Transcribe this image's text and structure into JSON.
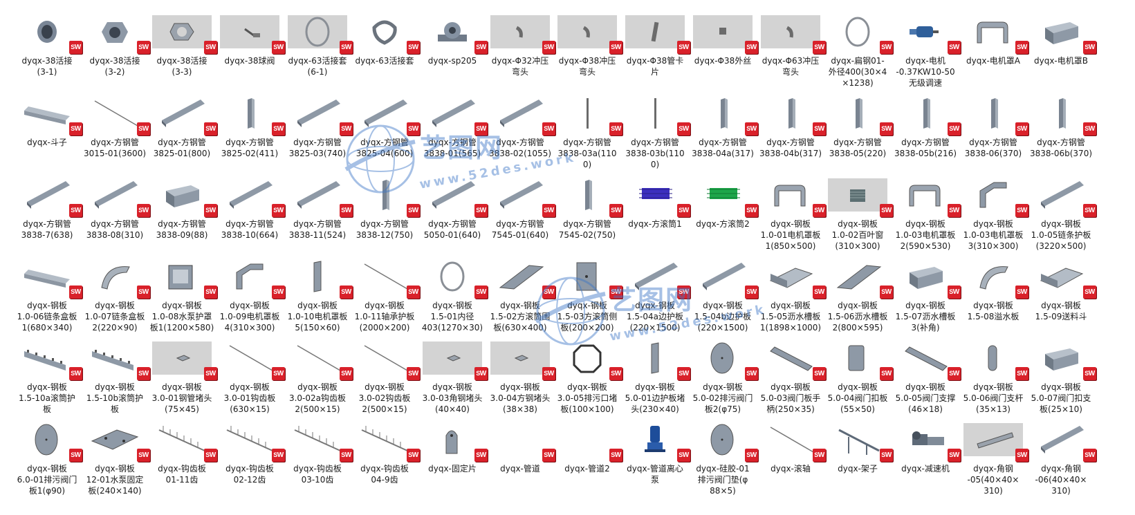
{
  "badge": {
    "line1": "S",
    "line2": "W"
  },
  "watermark": {
    "name": "艺图网",
    "url": "www.52des.work"
  },
  "items": [
    {
      "label": "dyqx-38活接\n(3-1)",
      "icon": "part-fitting-icon",
      "gray": false
    },
    {
      "label": "dyqx-38活接\n(3-2)",
      "icon": "part-nut-icon",
      "gray": false
    },
    {
      "label": "dyqx-38活接\n(3-3)",
      "icon": "part-ring-nut-icon",
      "gray": true
    },
    {
      "label": "dyqx-38球阀",
      "icon": "part-valve-icon",
      "gray": true
    },
    {
      "label": "dyqx-63活接套\n(6-1)",
      "icon": "part-ring-icon",
      "gray": true
    },
    {
      "label": "dyqx-63活接套",
      "icon": "part-clamp-icon",
      "gray": false
    },
    {
      "label": "dyqx-sp205",
      "icon": "part-bearing-icon",
      "gray": false
    },
    {
      "label": "dyqx-Φ32冲压\n弯头",
      "icon": "part-elbow-icon",
      "gray": true
    },
    {
      "label": "dyqx-Φ38冲压\n弯头",
      "icon": "part-elbow-icon",
      "gray": true
    },
    {
      "label": "dyqx-Φ38管卡\n片",
      "icon": "part-clip-icon",
      "gray": true
    },
    {
      "label": "dyqx-Φ38外丝",
      "icon": "part-thread-icon",
      "gray": true
    },
    {
      "label": "dyqx-Φ63冲压\n弯头",
      "icon": "part-elbow-icon",
      "gray": true
    },
    {
      "label": "dyqx-扁钢01-\n外径400(30×4\n×1238)",
      "icon": "part-ring-icon",
      "gray": false
    },
    {
      "label": "dyqx-电机\n-0.37KW10-50\n无级调速",
      "icon": "part-motor-icon",
      "gray": false
    },
    {
      "label": "dyqx-电机罩A",
      "icon": "part-cover-icon",
      "gray": false
    },
    {
      "label": "dyqx-电机罩B",
      "icon": "part-box-icon",
      "gray": false
    },
    {
      "label": "dyqx-斗子",
      "icon": "part-scoop-icon",
      "gray": false
    },
    {
      "label": "dyqx-方钢管\n3015-01(3600)",
      "icon": "part-rod-thin-icon",
      "gray": false
    },
    {
      "label": "dyqx-方钢管\n3825-01(800)",
      "icon": "part-bar-icon",
      "gray": false
    },
    {
      "label": "dyqx-方钢管\n3825-02(411)",
      "icon": "part-post-icon",
      "gray": false
    },
    {
      "label": "dyqx-方钢管\n3825-03(740)",
      "icon": "part-bar-icon",
      "gray": false
    },
    {
      "label": "dyqx-方钢管\n3825-04(600)",
      "icon": "part-bar-icon",
      "gray": false
    },
    {
      "label": "dyqx-方钢管\n3838-01(565)",
      "icon": "part-bar-icon",
      "gray": false
    },
    {
      "label": "dyqx-方钢管\n3838-02(1055)",
      "icon": "part-bar-icon",
      "gray": false
    },
    {
      "label": "dyqx-方钢管\n3838-03a(110\n0)",
      "icon": "part-post-thin-icon",
      "gray": false
    },
    {
      "label": "dyqx-方钢管\n3838-03b(110\n0)",
      "icon": "part-post-thin-icon",
      "gray": false
    },
    {
      "label": "dyqx-方钢管\n3838-04a(317)",
      "icon": "part-post-icon",
      "gray": false
    },
    {
      "label": "dyqx-方钢管\n3838-04b(317)",
      "icon": "part-post-icon",
      "gray": false
    },
    {
      "label": "dyqx-方钢管\n3838-05(220)",
      "icon": "part-post-icon",
      "gray": false
    },
    {
      "label": "dyqx-方钢管\n3838-05b(216)",
      "icon": "part-post-icon",
      "gray": false
    },
    {
      "label": "dyqx-方钢管\n3838-06(370)",
      "icon": "part-post-icon",
      "gray": false
    },
    {
      "label": "dyqx-方钢管\n3838-06b(370)",
      "icon": "part-post-icon",
      "gray": false
    },
    {
      "label": "dyqx-方钢管\n3838-7(638)",
      "icon": "part-bar-icon",
      "gray": false
    },
    {
      "label": "dyqx-方钢管\n3838-08(310)",
      "icon": "part-bar-icon",
      "gray": false
    },
    {
      "label": "dyqx-方钢管\n3838-09(88)",
      "icon": "part-box-icon",
      "gray": false
    },
    {
      "label": "dyqx-方钢管\n3838-10(664)",
      "icon": "part-bar-icon",
      "gray": false
    },
    {
      "label": "dyqx-方钢管\n3838-11(524)",
      "icon": "part-bar-icon",
      "gray": false
    },
    {
      "label": "dyqx-方钢管\n3838-12(750)",
      "icon": "part-post-icon",
      "gray": false
    },
    {
      "label": "dyqx-方钢管\n5050-01(640)",
      "icon": "part-bar-icon",
      "gray": false
    },
    {
      "label": "dyqx-方钢管\n7545-01(640)",
      "icon": "part-bar-icon",
      "gray": false
    },
    {
      "label": "dyqx-方钢管\n7545-02(750)",
      "icon": "part-post-icon",
      "gray": false
    },
    {
      "label": "dyqx-方滚筒1",
      "icon": "part-roller-blue-icon",
      "gray": false
    },
    {
      "label": "dyqx-方滚筒2",
      "icon": "part-roller-green-icon",
      "gray": false
    },
    {
      "label": "dyqx-钢板\n1.0-01电机罩板\n1(850×500)",
      "icon": "part-cover-icon",
      "gray": false
    },
    {
      "label": "dyqx-钢板\n1.0-02百叶窗\n(310×300)",
      "icon": "part-louver-icon",
      "gray": true
    },
    {
      "label": "dyqx-钢板\n1.0-03电机罩板\n2(590×530)",
      "icon": "part-cover-icon",
      "gray": false
    },
    {
      "label": "dyqx-钢板\n1.0-03电机罩板\n3(310×300)",
      "icon": "part-bent-plate-icon",
      "gray": false
    },
    {
      "label": "dyqx-钢板\n1.0-05链条护板\n(3220×500)",
      "icon": "part-bar-icon",
      "gray": false
    },
    {
      "label": "dyqx-钢板\n1.0-06链条盒板\n1(680×340)",
      "icon": "part-scoop-icon",
      "gray": false
    },
    {
      "label": "dyqx-钢板\n1.0-07链条盒板\n2(220×90)",
      "icon": "part-curved-plate-icon",
      "gray": false
    },
    {
      "label": "dyqx-钢板\n1.0-08水泵护罩\n板1(1200×580)",
      "icon": "part-guard-icon",
      "gray": false
    },
    {
      "label": "dyqx-钢板\n1.0-09电机罩板\n4(310×300)",
      "icon": "part-bent-plate-icon",
      "gray": false
    },
    {
      "label": "dyqx-钢板\n1.0-10电机罩板\n5(150×60)",
      "icon": "part-plate-tall-icon",
      "gray": false
    },
    {
      "label": "dyqx-钢板\n1.0-11轴承护板\n(2000×200)",
      "icon": "part-rod-thin-icon",
      "gray": false
    },
    {
      "label": "dyqx-钢板\n1.5-01内径\n403(1270×30)",
      "icon": "part-ring-icon",
      "gray": false
    },
    {
      "label": "dyqx-钢板\n1.5-02方滚筒围\n板(630×400)",
      "icon": "part-flat-plate-icon",
      "gray": false
    },
    {
      "label": "dyqx-钢板\n1.5-03方滚筒侧\n板(200×200)",
      "icon": "part-square-plate-icon",
      "gray": false
    },
    {
      "label": "dyqx-钢板\n1.5-04a边护板\n(220×1500)",
      "icon": "part-bar-icon",
      "gray": false
    },
    {
      "label": "dyqx-钢板\n1.5-04b边护板\n(220×1500)",
      "icon": "part-bar-icon",
      "gray": false
    },
    {
      "label": "dyqx-钢板\n1.5-05沥水槽板\n1(1898×1000)",
      "icon": "part-tray-icon",
      "gray": false
    },
    {
      "label": "dyqx-钢板\n1.5-06沥水槽板\n2(800×595)",
      "icon": "part-flat-plate-icon",
      "gray": false
    },
    {
      "label": "dyqx-钢板\n1.5-07沥水槽板\n3(补角)",
      "icon": "part-box-icon",
      "gray": false
    },
    {
      "label": "dyqx-钢板\n1.5-08溢水板",
      "icon": "part-curved-plate-icon",
      "gray": false
    },
    {
      "label": "dyqx-钢板\n1.5-09送料斗",
      "icon": "part-tray-icon",
      "gray": false
    },
    {
      "label": "dyqx-钢板\n1.5-10a滚筒护\n板",
      "icon": "part-comb-plate-icon",
      "gray": false
    },
    {
      "label": "dyqx-钢板\n1.5-10b滚筒护\n板",
      "icon": "part-comb-plate-icon",
      "gray": false
    },
    {
      "label": "dyqx-钢板\n3.0-01钢管堵头\n(75×45)",
      "icon": "part-small-plate-icon",
      "gray": true
    },
    {
      "label": "dyqx-钢板\n3.0-01钩齿板\n(630×15)",
      "icon": "part-rod-thin-icon",
      "gray": false
    },
    {
      "label": "dyqx-钢板\n3.0-02a钩齿板\n2(500×15)",
      "icon": "part-rod-thin-icon",
      "gray": false
    },
    {
      "label": "dyqx-钢板\n3.0-02钩齿板\n2(500×15)",
      "icon": "part-rod-thin-icon",
      "gray": false
    },
    {
      "label": "dyqx-钢板\n3.0-03角钢堵头\n(40×40)",
      "icon": "part-small-plate-icon",
      "gray": true
    },
    {
      "label": "dyqx-钢板\n3.0-04方钢堵头\n(38×38)",
      "icon": "part-small-plate-icon",
      "gray": true
    },
    {
      "label": "dyqx-钢板\n3.0-05排污口堵\n板(100×100)",
      "icon": "part-octagon-icon",
      "gray": false
    },
    {
      "label": "dyqx-钢板\n5.0-01边护板堵\n头(230×40)",
      "icon": "part-plate-tall-icon",
      "gray": false
    },
    {
      "label": "dyqx-钢板\n5.0-02排污阀门\n板2(φ75)",
      "icon": "part-disc-icon",
      "gray": false
    },
    {
      "label": "dyqx-钢板\n5.0-03阀门板手\n柄(250×35)",
      "icon": "part-handle-icon",
      "gray": false
    },
    {
      "label": "dyqx-钢板\n5.0-04阀门扣板\n(55×50)",
      "icon": "part-bracket-icon",
      "gray": false
    },
    {
      "label": "dyqx-钢板\n5.0-05阀门支撑\n(46×18)",
      "icon": "part-handle-icon",
      "gray": false
    },
    {
      "label": "dyqx-钢板\n5.0-06阀门支杆\n(35×13)",
      "icon": "part-link-icon",
      "gray": false
    },
    {
      "label": "dyqx-钢板\n5.0-07阀门扣支\n板(25×10)",
      "icon": "part-box-icon",
      "gray": false
    },
    {
      "label": "dyqx-钢板\n6.0-01排污阀门\n板1(φ90)",
      "icon": "part-disc-icon",
      "gray": false
    },
    {
      "label": "dyqx-钢板\n12-01水泵固定\n板(240×140)",
      "icon": "part-base-plate-icon",
      "gray": false
    },
    {
      "label": "dyqx-钩齿板\n01-11齿",
      "icon": "part-comb-icon",
      "gray": false
    },
    {
      "label": "dyqx-钩齿板\n02-12齿",
      "icon": "part-comb-icon",
      "gray": false
    },
    {
      "label": "dyqx-钩齿板\n03-10齿",
      "icon": "part-comb-icon",
      "gray": false
    },
    {
      "label": "dyqx-钩齿板\n04-9齿",
      "icon": "part-comb-icon",
      "gray": false
    },
    {
      "label": "dyqx-固定片",
      "icon": "part-tab-icon",
      "gray": false
    },
    {
      "label": "dyqx-管道",
      "icon": "part-pipe-icon",
      "gray": false
    },
    {
      "label": "dyqx-管道2",
      "icon": "part-pipe-icon",
      "gray": false
    },
    {
      "label": "dyqx-管道离心\n泵",
      "icon": "part-pump-icon",
      "gray": false
    },
    {
      "label": "dyqx-硅胶-01\n排污阀门垫(φ\n88×5)",
      "icon": "part-disc-icon",
      "gray": false
    },
    {
      "label": "dyqx-滚轴",
      "icon": "part-rod-thin-icon",
      "gray": false
    },
    {
      "label": "dyqx-架子",
      "icon": "part-frame-icon",
      "gray": false
    },
    {
      "label": "dyqx-减速机",
      "icon": "part-gearbox-icon",
      "gray": false
    },
    {
      "label": "dyqx-角钢\n-05(40×40×\n310)",
      "icon": "part-angle-icon",
      "gray": true
    },
    {
      "label": "dyqx-角钢\n-06(40×40×\n310)",
      "icon": "part-bar-icon",
      "gray": false
    }
  ]
}
